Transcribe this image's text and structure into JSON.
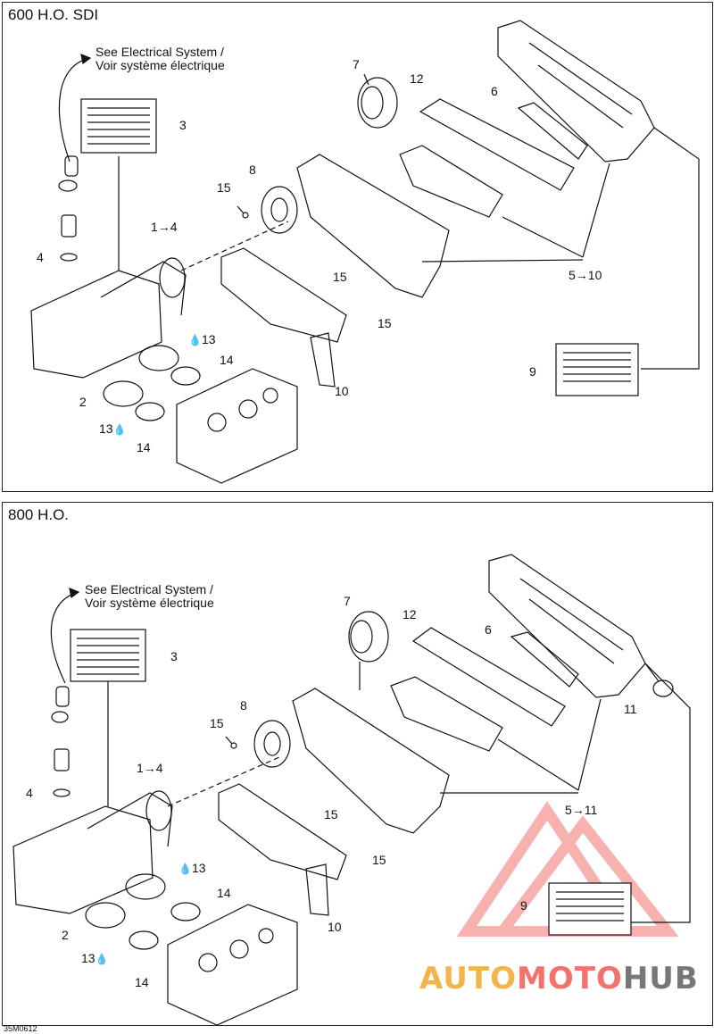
{
  "top": {
    "title": "600 H.O. SDI",
    "note_line1": "See Electrical System /",
    "note_line2": "Voir système électrique",
    "labels": {
      "l3": "3",
      "l4": "4",
      "l1to4": "1→4",
      "l2": "2",
      "l13a": "13",
      "l13b": "13",
      "l14a": "14",
      "l14b": "14",
      "l15a": "15",
      "l15b": "15",
      "l15c": "15",
      "l8": "8",
      "l7": "7",
      "l12": "12",
      "l6": "6",
      "l5to10": "5→10",
      "l9": "9",
      "l10": "10"
    }
  },
  "bottom": {
    "title": "800 H.O.",
    "note_line1": "See Electrical System /",
    "note_line2": "Voir système électrique",
    "labels": {
      "l3": "3",
      "l4": "4",
      "l1to4": "1→4",
      "l2": "2",
      "l13a": "13",
      "l13b": "13",
      "l14a": "14",
      "l14b": "14",
      "l15a": "15",
      "l15b": "15",
      "l15c": "15",
      "l8": "8",
      "l7": "7",
      "l12": "12",
      "l6": "6",
      "l11": "11",
      "l5to11": "5→11",
      "l9": "9",
      "l10": "10"
    }
  },
  "doc_id": "35M0612",
  "watermark": {
    "part1": "AUTO",
    "part2": "MOTO",
    "part3": "HUB"
  },
  "colors": {
    "watermark_yellow": "#f3b54a",
    "watermark_red": "#f2726e",
    "watermark_gray": "#777777"
  }
}
